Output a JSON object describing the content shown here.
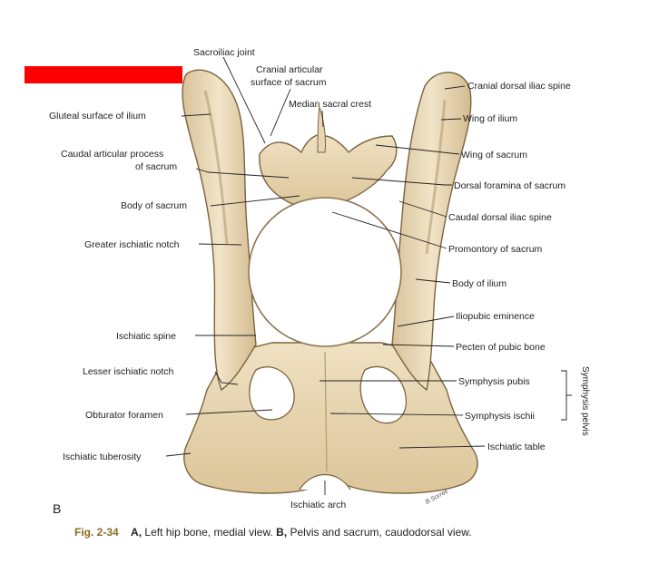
{
  "panel_letter": "B",
  "caption": {
    "fig_number": "Fig. 2-34",
    "part_a_letter": "A,",
    "part_a_text": "Left hip bone, medial view.",
    "part_b_letter": "B,",
    "part_b_text": "Pelvis and sacrum, caudodorsal view."
  },
  "bracket_label": "Symphysis pelvis",
  "signature": "B.Sorrell",
  "colors": {
    "bone": "#ecdcba",
    "bone_shadow": "#c8ad80",
    "bone_highlight": "#f8f0dc",
    "redaction": "#ff0000",
    "caption_accent": "#8a6d1f"
  },
  "labels": {
    "sacroiliac_joint": "Sacroiliac joint",
    "cranial_articular_1": "Cranial articular",
    "cranial_articular_2": "surface of sacrum",
    "median_sacral_crest": "Median sacral crest",
    "cranial_dorsal_iliac_spine": "Cranial dorsal iliac spine",
    "gluteal_surface": "Gluteal surface of ilium",
    "wing_of_ilium": "Wing of ilium",
    "caudal_articular_1": "Caudal articular process",
    "caudal_articular_2": "of sacrum",
    "wing_of_sacrum": "Wing of sacrum",
    "dorsal_foramina": "Dorsal foramina of sacrum",
    "body_of_sacrum": "Body of sacrum",
    "caudal_dorsal_iliac_spine": "Caudal dorsal iliac spine",
    "greater_ischiatic_notch": "Greater ischiatic notch",
    "promontory": "Promontory of sacrum",
    "body_of_ilium": "Body of ilium",
    "iliopubic_eminence": "Iliopubic eminence",
    "ischiatic_spine": "Ischiatic spine",
    "pecten": "Pecten of pubic bone",
    "lesser_ischiatic_notch": "Lesser ischiatic notch",
    "symphysis_pubis": "Symphysis pubis",
    "obturator_foramen": "Obturator foramen",
    "symphysis_ischii": "Symphysis ischii",
    "ischiatic_table": "Ischiatic table",
    "ischiatic_tuberosity": "Ischiatic tuberosity",
    "ischiatic_arch": "Ischiatic arch"
  }
}
